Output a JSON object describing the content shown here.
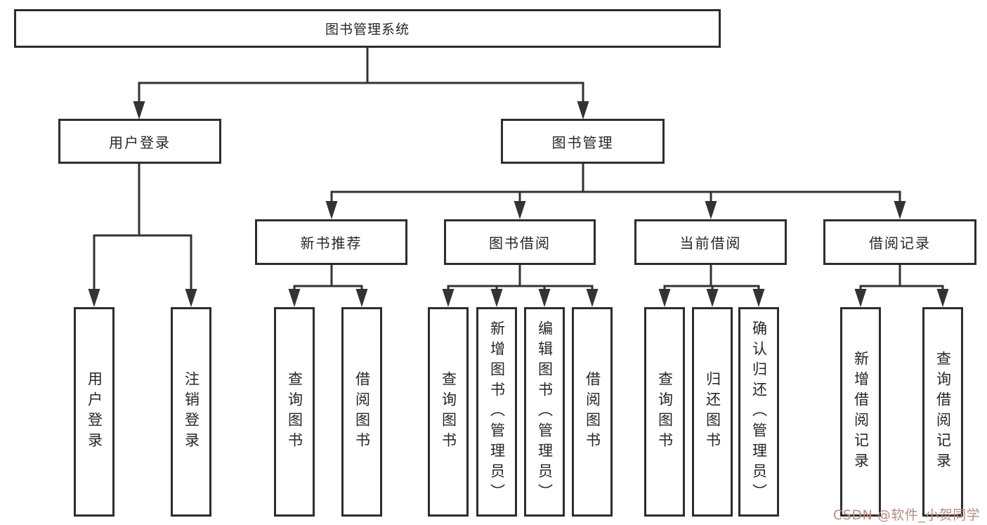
{
  "diagram": {
    "title": "图书管理系统",
    "nodes": {
      "root": "图书管理系统",
      "user_login": "用户登录",
      "book_mgmt": "图书管理",
      "new_books": "新书推荐",
      "book_borrow": "图书借阅",
      "current_borrow": "当前借阅",
      "borrow_records": "借阅记录",
      "leaf_user_login": "用户登录",
      "leaf_logout": "注销登录",
      "nb_query_books": "查询图书",
      "nb_borrow_books": "借阅图书",
      "bb_query_books": "查询图书",
      "bb_add_books_admin": "新增图书（管理员）",
      "bb_edit_books_admin": "编辑图书（管理员）",
      "bb_borrow_books": "借阅图书",
      "cb_query_books": "查询图书",
      "cb_return_books": "归还图书",
      "cb_confirm_return_admin": "确认归还（管理员）",
      "br_add_record": "新增借阅记录",
      "br_query_record": "查询借阅记录"
    }
  },
  "watermark": {
    "text": "CSDN @软件_小贺同学",
    "color": "#bb8a82"
  },
  "colors": {
    "line": "#333333",
    "box_border": "#2d2d2d",
    "text": "#262626",
    "background": "#ffffff"
  }
}
